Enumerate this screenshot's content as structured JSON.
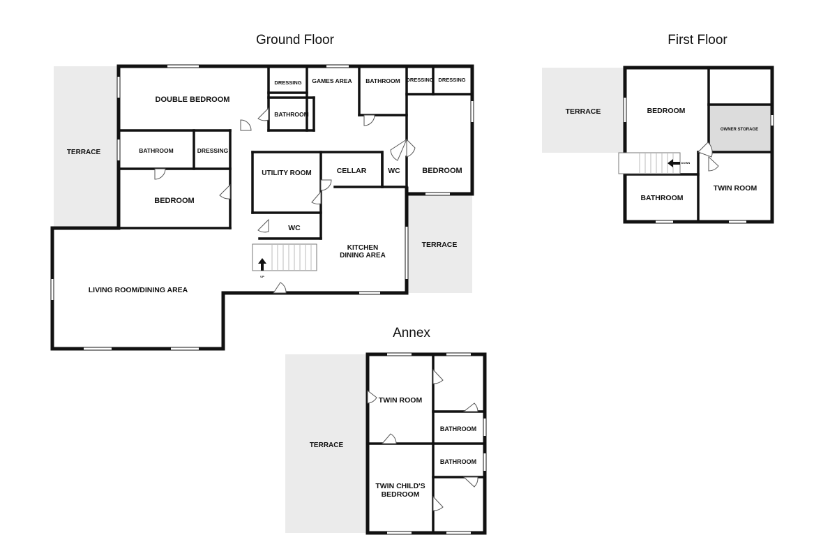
{
  "floors": {
    "ground": {
      "title": "Ground Floor",
      "rooms": {
        "terrace_west": "TERRACE",
        "double_bedroom": "DOUBLE BEDROOM",
        "dressing_1": "DRESSING",
        "bathroom_1": "BATHROOM",
        "games_area": "GAMES AREA",
        "bathroom_2": "BATHROOM",
        "dressing_2": "DRESSING",
        "dressing_3": "DRESSING",
        "bathroom_3": "BATHROOM",
        "dressing_4": "DRESSING",
        "bedroom_1": "BEDROOM",
        "utility_room": "UTILITY ROOM",
        "cellar": "CELLAR",
        "wc_1": "WC",
        "bedroom_2": "BEDROOM",
        "wc_2": "WC",
        "kitchen_line1": "KITCHEN",
        "kitchen_line2": "DINING AREA",
        "terrace_east": "TERRACE",
        "living_room": "LIVING ROOM/DINING AREA",
        "stair_label": "UP"
      }
    },
    "first": {
      "title": "First Floor",
      "rooms": {
        "terrace": "TERRACE",
        "bedroom": "BEDROOM",
        "owner_storage": "OWNER STORAGE",
        "bathroom": "BATHROOM",
        "twin_room": "TWIN ROOM",
        "stair_label": "DOWN"
      }
    },
    "annex": {
      "title": "Annex",
      "rooms": {
        "terrace": "TERRACE",
        "twin_room": "TWIN ROOM",
        "bathroom_1": "BATHROOM",
        "bathroom_2": "BATHROOM",
        "twin_child_line1": "TWIN CHILD'S",
        "twin_child_line2": "BEDROOM"
      }
    }
  },
  "colors": {
    "terrace": "#ebebeb",
    "owner_storage": "#dcdcdc",
    "wall": "#111111"
  }
}
